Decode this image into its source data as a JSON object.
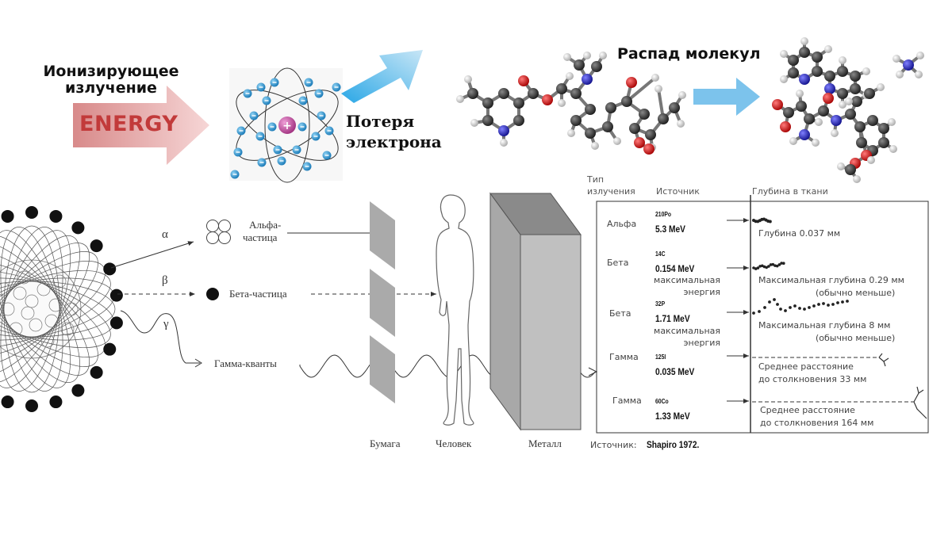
{
  "header": {
    "ionizing_line1": "Ионизирующее",
    "ionizing_line2": "излучение",
    "energy": "ENERGY",
    "electron_loss_line1": "Потеря",
    "electron_loss_line2": "электрона",
    "molecule_decay": "Распад молекул"
  },
  "rays": {
    "alpha_symbol": "α",
    "beta_symbol": "β",
    "gamma_symbol": "γ",
    "alpha_line1": "Альфа-",
    "alpha_line2": "частица",
    "beta_label": "Бета-частица",
    "gamma_label": "Гамма-кванты"
  },
  "barriers": {
    "paper": "Бумага",
    "human": "Человек",
    "metal": "Металл"
  },
  "table": {
    "col_type_line1": "Тип",
    "col_type_line2": "излучения",
    "col_source": "Источник",
    "col_depth": "Глубина в ткани",
    "rows": [
      {
        "type": "Альфа",
        "iso_mass": "210",
        "iso_el": "Po",
        "energy": "5.3 MeV",
        "note1": "",
        "note2": "",
        "depth1": "Глубина 0.037 мм",
        "depth2": ""
      },
      {
        "type": "Бета",
        "iso_mass": "14",
        "iso_el": "C",
        "energy": "0.154 MeV",
        "note1": "максимальная",
        "note2": "энергия",
        "depth1": "Максимальная глубина 0.29 мм",
        "depth2": "(обычно меньше)"
      },
      {
        "type": "Бета",
        "iso_mass": "32",
        "iso_el": "P",
        "energy": "1.71 MeV",
        "note1": "максимальная",
        "note2": "энергия",
        "depth1": "Максимальная глубина 8 мм",
        "depth2": "(обычно меньше)"
      },
      {
        "type": "Гамма",
        "iso_mass": "125",
        "iso_el": "I",
        "energy": "0.035 MeV",
        "note1": "",
        "note2": "",
        "depth1": "Среднее расстояние",
        "depth2": "до столкновения 33 мм"
      },
      {
        "type": "Гамма",
        "iso_mass": "60",
        "iso_el": "Co",
        "energy": "1.33 MeV",
        "note1": "",
        "note2": "",
        "depth1": "Среднее расстояние",
        "depth2": "до столкновения 164 мм"
      }
    ],
    "source_label": "Источник:",
    "source_value": "Shapiro 1972."
  },
  "colors": {
    "energy_arrow": "#e8a3a3",
    "energy_text": "#c23a3a",
    "blue_arrow": "#5ab0e0",
    "atom_electron": "#1e9bd7",
    "nucleus": "#c94fa8",
    "carbon": "#333333",
    "oxygen": "#d11a1a",
    "nitrogen": "#2020c0",
    "hydrogen": "#dddddd",
    "barrier_gray": "#aaaaaa"
  }
}
